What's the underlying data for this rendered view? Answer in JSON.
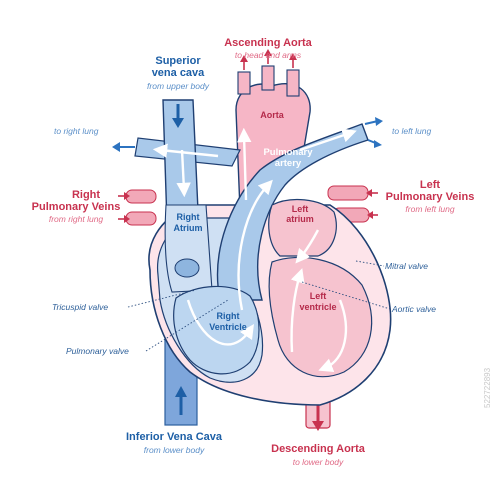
{
  "labels": {
    "ascending_aorta": "Ascending Aorta",
    "to_head_and_arms": "to head and arms",
    "superior_vena_cava_1": "Superior",
    "superior_vena_cava_2": "vena cava",
    "from_upper_body": "from upper body",
    "aorta": "Aorta",
    "to_right_lung": "to right lung",
    "to_left_lung": "to left lung",
    "pulmonary_artery_1": "Pulmonary",
    "pulmonary_artery_2": "artery",
    "right_pulmonary_veins_1": "Right",
    "right_pulmonary_veins_2": "Pulmonary Veins",
    "from_right_lung": "from right lung",
    "left_pulmonary_veins_1": "Left",
    "left_pulmonary_veins_2": "Pulmonary Veins",
    "from_left_lung": "from left lung",
    "right_atrium_1": "Right",
    "right_atrium_2": "Atrium",
    "left_atrium_1": "Left",
    "left_atrium_2": "atrium",
    "mitral_valve": "Mitral valve",
    "left_ventricle_1": "Left",
    "left_ventricle_2": "ventricle",
    "aortic_valve": "Aortic valve",
    "tricuspid_valve": "Tricuspid valve",
    "right_ventricle_1": "Right",
    "right_ventricle_2": "Ventricle",
    "pulmonary_valve": "Pulmonary valve",
    "inferior_vena_cava": "Inferior Vena Cava",
    "from_lower_body": "from lower body",
    "descending_aorta": "Descending Aorta",
    "to_lower_body": "to lower body"
  },
  "stock_id": "522722893",
  "colors": {
    "oxygenated": "#f3b8c6",
    "deoxygenated": "#a9c9ea",
    "outline": "#1f3f72",
    "label_red": "#c8324f",
    "label_blue": "#1d5fa6"
  }
}
